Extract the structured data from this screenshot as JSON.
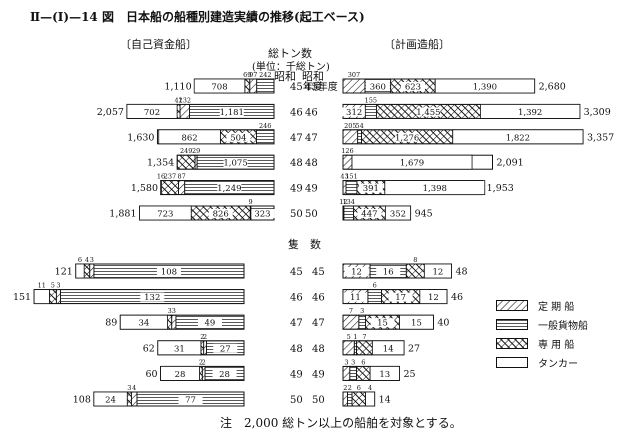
{
  "title": "Ⅱ—(Ⅰ)—14 図　日本船の船種別建造実績の推移(起工ベース)",
  "panel_left_label": "〔自己資金船〕",
  "panel_right_label": "〔計画造船〕",
  "tonnage_heading": "総トン数",
  "tonnage_unit": "(単位：千総トン)",
  "ships_heading": "隻　数",
  "era_label": "昭和",
  "year_suffix": "年度",
  "note": "注　2,000 総トン以上の船舶を対象とする。",
  "legend": [
    {
      "label": "定 期 船",
      "pattern": "diag"
    },
    {
      "label": "一般貨物船",
      "pattern": "horiz"
    },
    {
      "label": "専 用 船",
      "pattern": "cross"
    },
    {
      "label": "タンカー",
      "pattern": "plain"
    }
  ],
  "colors": {
    "ink": "#111111",
    "background": "#ffffff"
  },
  "chart_data": [
    {
      "type": "bar",
      "title": "総トン数 (単位：千総トン) 自己資金船",
      "categories": [
        "45",
        "46",
        "47",
        "48",
        "49",
        "50"
      ],
      "stack_order": [
        "一般貨物船",
        "定期船",
        "専用船",
        "タンカー"
      ],
      "series": [
        {
          "name": "定期船",
          "values": [
            97,
            132,
            0,
            29,
            87,
            9
          ]
        },
        {
          "name": "一般貨物船",
          "values": [
            242,
            1181,
            246,
            1075,
            1249,
            323
          ]
        },
        {
          "name": "専用船",
          "values": [
            69,
            42,
            504,
            249,
            237,
            826
          ]
        },
        {
          "name": "タンカー",
          "values": [
            708,
            702,
            862,
            0,
            16,
            723
          ]
        }
      ],
      "totals": [
        1110,
        2057,
        1630,
        1354,
        1580,
        1881
      ]
    },
    {
      "type": "bar",
      "title": "総トン数 (単位：千総トン) 計画造船",
      "categories": [
        "45",
        "46",
        "47",
        "48",
        "49",
        "50"
      ],
      "series": [
        {
          "name": "定期船",
          "values": [
            307,
            312,
            205,
            126,
            43,
            12
          ]
        },
        {
          "name": "一般貨物船",
          "values": [
            360,
            155,
            54,
            0,
            151,
            134
          ]
        },
        {
          "name": "専用船",
          "values": [
            623,
            1455,
            1276,
            0,
            391,
            447
          ]
        },
        {
          "name": "タンカー",
          "values": [
            1390,
            1392,
            1822,
            1679,
            1398,
            352
          ]
        }
      ],
      "totals": [
        2680,
        3309,
        3357,
        2091,
        1953,
        945
      ]
    },
    {
      "type": "bar",
      "title": "隻数 自己資金船",
      "categories": [
        "45",
        "46",
        "47",
        "48",
        "49",
        "50"
      ],
      "stack_order": [
        "一般貨物船",
        "定期船",
        "専用船",
        "タンカー"
      ],
      "series": [
        {
          "name": "定期船",
          "values": [
            3,
            3,
            3,
            2,
            2,
            4
          ]
        },
        {
          "name": "一般貨物船",
          "values": [
            108,
            132,
            49,
            27,
            28,
            77
          ]
        },
        {
          "name": "専用船",
          "values": [
            4,
            5,
            3,
            2,
            2,
            3
          ]
        },
        {
          "name": "タンカー",
          "values": [
            6,
            11,
            34,
            31,
            28,
            24
          ]
        }
      ],
      "totals": [
        121,
        151,
        89,
        62,
        60,
        108
      ]
    },
    {
      "type": "bar",
      "title": "隻数 計画造船",
      "categories": [
        "45",
        "46",
        "47",
        "48",
        "49",
        "50"
      ],
      "series": [
        {
          "name": "定期船",
          "values": [
            12,
            11,
            7,
            5,
            3,
            2
          ]
        },
        {
          "name": "一般貨物船",
          "values": [
            16,
            6,
            3,
            1,
            3,
            2
          ]
        },
        {
          "name": "専用船",
          "values": [
            8,
            17,
            15,
            7,
            6,
            6
          ]
        },
        {
          "name": "タンカー",
          "values": [
            12,
            12,
            15,
            14,
            13,
            4
          ]
        }
      ],
      "totals": [
        48,
        46,
        40,
        27,
        25,
        14
      ]
    }
  ]
}
